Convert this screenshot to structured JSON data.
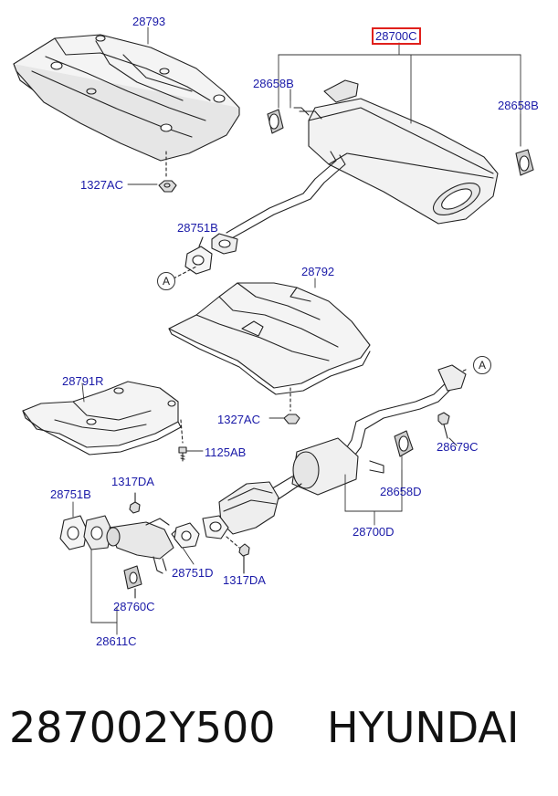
{
  "part_number": "287002Y500",
  "brand": "HYUNDAI",
  "highlight_color": "#e0201c",
  "label_color": "#1a1aa8",
  "labels": {
    "l28793": "28793",
    "l28700C": "28700C",
    "l28658B_left": "28658B",
    "l28658B_right": "28658B",
    "l1327AC_top": "1327AC",
    "l28751B_top": "28751B",
    "l28792": "28792",
    "l28791R": "28791R",
    "l1327AC_mid": "1327AC",
    "l1125AB": "1125AB",
    "l28679C": "28679C",
    "l28658D": "28658D",
    "l28700D": "28700D",
    "l1317DA_top": "1317DA",
    "l28751B_bottom": "28751B",
    "l28751D": "28751D",
    "l1317DA_bottom": "1317DA",
    "l28760C": "28760C",
    "l28611C": "28611C"
  },
  "refs": {
    "a_left": "A",
    "a_right": "A"
  }
}
